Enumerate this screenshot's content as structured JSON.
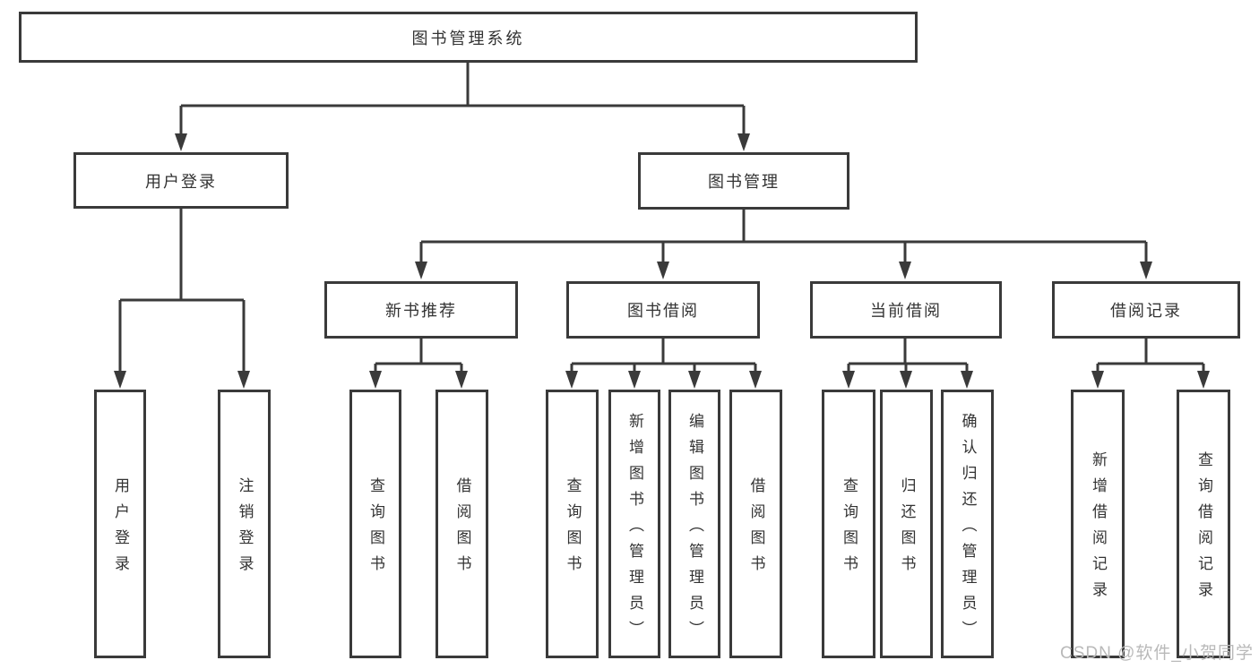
{
  "diagram": {
    "type": "hierarchy-function-structure",
    "root": {
      "label": "图书管理系统",
      "children": [
        {
          "label": "用户登录",
          "children": [
            {
              "label": "用户登录"
            },
            {
              "label": "注销登录"
            }
          ]
        },
        {
          "label": "图书管理",
          "children": [
            {
              "label": "新书推荐",
              "children": [
                {
                  "label": "查询图书"
                },
                {
                  "label": "借阅图书"
                }
              ]
            },
            {
              "label": "图书借阅",
              "children": [
                {
                  "label": "查询图书"
                },
                {
                  "label": "新增图书（管理员）"
                },
                {
                  "label": "编辑图书（管理员）"
                },
                {
                  "label": "借阅图书"
                }
              ]
            },
            {
              "label": "当前借阅",
              "children": [
                {
                  "label": "查询图书"
                },
                {
                  "label": "归还图书"
                },
                {
                  "label": "确认归还（管理员）"
                }
              ]
            },
            {
              "label": "借阅记录",
              "children": [
                {
                  "label": "新增借阅记录"
                },
                {
                  "label": "查询借阅记录"
                }
              ]
            }
          ]
        }
      ]
    }
  },
  "watermark": {
    "text": "CSDN @软件_小贺同学",
    "color": "#b9b9b9"
  },
  "colors": {
    "background": "#ffffff",
    "line": "#3a3a3a",
    "box_border": "#3a3a3a",
    "text": "#333333"
  }
}
